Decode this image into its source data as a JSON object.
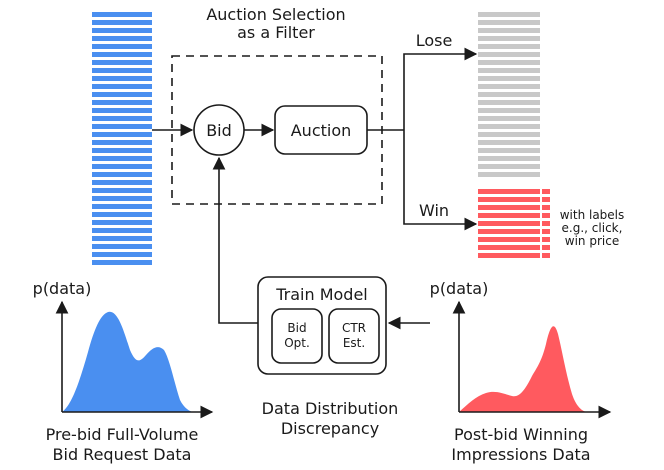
{
  "title": {
    "line1": "Auction Selection",
    "line2": "as a Filter"
  },
  "nodes": {
    "bid": "Bid",
    "auction": "Auction",
    "train_model": "Train Model",
    "bid_opt": {
      "line1": "Bid",
      "line2": "Opt."
    },
    "ctr_est": {
      "line1": "CTR",
      "line2": "Est."
    }
  },
  "edges": {
    "lose": "Lose",
    "win": "Win"
  },
  "win_note": {
    "line1": "with labels",
    "line2": "e.g., click,",
    "line3": "win price"
  },
  "left_plot": {
    "ylabel": "p(data)",
    "caption1": "Pre-bid Full-Volume",
    "caption2": "Bid Request Data"
  },
  "right_plot": {
    "ylabel": "p(data)",
    "caption1": "Post-bid Winning",
    "caption2": "Impressions Data"
  },
  "center_caption": {
    "line1": "Data Distribution",
    "line2": "Discrepancy"
  },
  "colors": {
    "blue": "#4a8ff0",
    "gray": "#c8c8c8",
    "red": "#ff5a5f",
    "ink": "#1a1a1a"
  }
}
